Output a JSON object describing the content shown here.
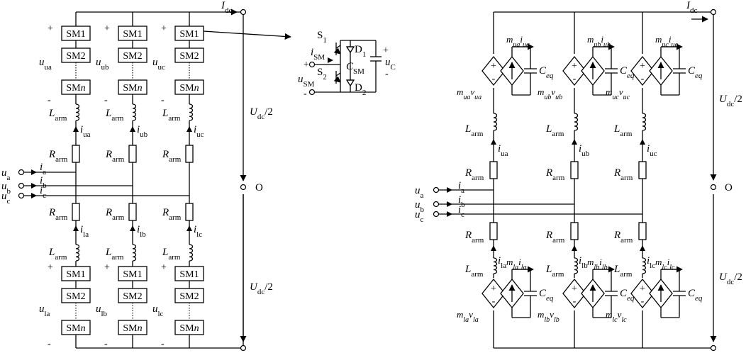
{
  "left": {
    "current_top": "I",
    "current_top_sub": "dc",
    "upper_modules": [
      "SM1",
      "SM2",
      "SM"
    ],
    "module_n_suffix": "n",
    "upper_voltages": [
      {
        "base": "u",
        "sub": "ua"
      },
      {
        "base": "u",
        "sub": "ub"
      },
      {
        "base": "u",
        "sub": "uc"
      }
    ],
    "lower_voltages": [
      {
        "base": "u",
        "sub": "la"
      },
      {
        "base": "u",
        "sub": "lb"
      },
      {
        "base": "u",
        "sub": "lc"
      }
    ],
    "arm_inductor": {
      "base": "L",
      "sub": "arm"
    },
    "arm_resistor": {
      "base": "R",
      "sub": "arm"
    },
    "upper_currents": [
      {
        "base": "i",
        "sub": "ua"
      },
      {
        "base": "i",
        "sub": "ub"
      },
      {
        "base": "i",
        "sub": "uc"
      }
    ],
    "lower_currents": [
      {
        "base": "i",
        "sub": "la"
      },
      {
        "base": "i",
        "sub": "lb"
      },
      {
        "base": "i",
        "sub": "lc"
      }
    ],
    "ac_voltages": [
      {
        "base": "u",
        "sub": "a"
      },
      {
        "base": "u",
        "sub": "b"
      },
      {
        "base": "u",
        "sub": "c"
      }
    ],
    "ac_currents": [
      {
        "base": "i",
        "sub": "a"
      },
      {
        "base": "i",
        "sub": "b"
      },
      {
        "base": "i",
        "sub": "c"
      }
    ],
    "dc_half": {
      "base": "U",
      "sub": "dc",
      "suffix": "/2"
    },
    "midpoint": "O",
    "plus": "+",
    "minus": "-"
  },
  "submodule": {
    "s1": {
      "base": "S",
      "sub": "1"
    },
    "s2": {
      "base": "S",
      "sub": "2"
    },
    "d1": {
      "base": "D",
      "sub": "1"
    },
    "d2": {
      "base": "D",
      "sub": "2"
    },
    "i_sm": {
      "base": "i",
      "sub": "SM"
    },
    "u_sm": {
      "base": "u",
      "sub": "SM"
    },
    "c_sm": {
      "base": "C",
      "sub": "SM"
    },
    "u_c": {
      "base": "u",
      "sub": "C"
    },
    "plus": "+",
    "minus": "-"
  },
  "right": {
    "current_top": "I",
    "current_top_sub": "dc",
    "upper_sources": [
      {
        "m": "m",
        "ms": "ua",
        "v": "v",
        "vs": "ua"
      },
      {
        "m": "m",
        "ms": "ub",
        "v": "v",
        "vs": "ub"
      },
      {
        "m": "m",
        "ms": "uc",
        "v": "v",
        "vs": "uc"
      }
    ],
    "upper_csources": [
      {
        "m": "m",
        "ms": "ua",
        "i": "i",
        "is": "ua"
      },
      {
        "m": "m",
        "ms": "ub",
        "i": "i",
        "is": "ub"
      },
      {
        "m": "m",
        "ms": "uc",
        "i": "i",
        "is": "uc"
      }
    ],
    "lower_sources": [
      {
        "m": "m",
        "ms": "la",
        "v": "v",
        "vs": "la"
      },
      {
        "m": "m",
        "ms": "lb",
        "v": "v",
        "vs": "lb"
      },
      {
        "m": "m",
        "ms": "lc",
        "v": "v",
        "vs": "lc"
      }
    ],
    "lower_csources": [
      {
        "m": "m",
        "ms": "la",
        "i": "i",
        "is": "la"
      },
      {
        "m": "m",
        "ms": "lb",
        "i": "i",
        "is": "lb"
      },
      {
        "m": "m",
        "ms": "lc",
        "i": "i",
        "is": "lc"
      }
    ],
    "ceq": {
      "base": "C",
      "sub": "eq"
    },
    "arm_inductor": {
      "base": "L",
      "sub": "arm"
    },
    "arm_resistor": {
      "base": "R",
      "sub": "arm"
    },
    "upper_currents": [
      {
        "base": "i",
        "sub": "ua"
      },
      {
        "base": "i",
        "sub": "ub"
      },
      {
        "base": "i",
        "sub": "uc"
      }
    ],
    "lower_currents": [
      {
        "base": "i",
        "sub": "la"
      },
      {
        "base": "i",
        "sub": "lb"
      },
      {
        "base": "i",
        "sub": "lc"
      }
    ],
    "ac_voltages": [
      {
        "base": "u",
        "sub": "a"
      },
      {
        "base": "u",
        "sub": "b"
      },
      {
        "base": "u",
        "sub": "c"
      }
    ],
    "ac_currents": [
      {
        "base": "i",
        "sub": "a"
      },
      {
        "base": "i",
        "sub": "b"
      },
      {
        "base": "i",
        "sub": "c"
      }
    ],
    "dc_half": {
      "base": "U",
      "sub": "dc",
      "suffix": "/2"
    },
    "midpoint": "O",
    "plus": "+",
    "minus": "-"
  }
}
